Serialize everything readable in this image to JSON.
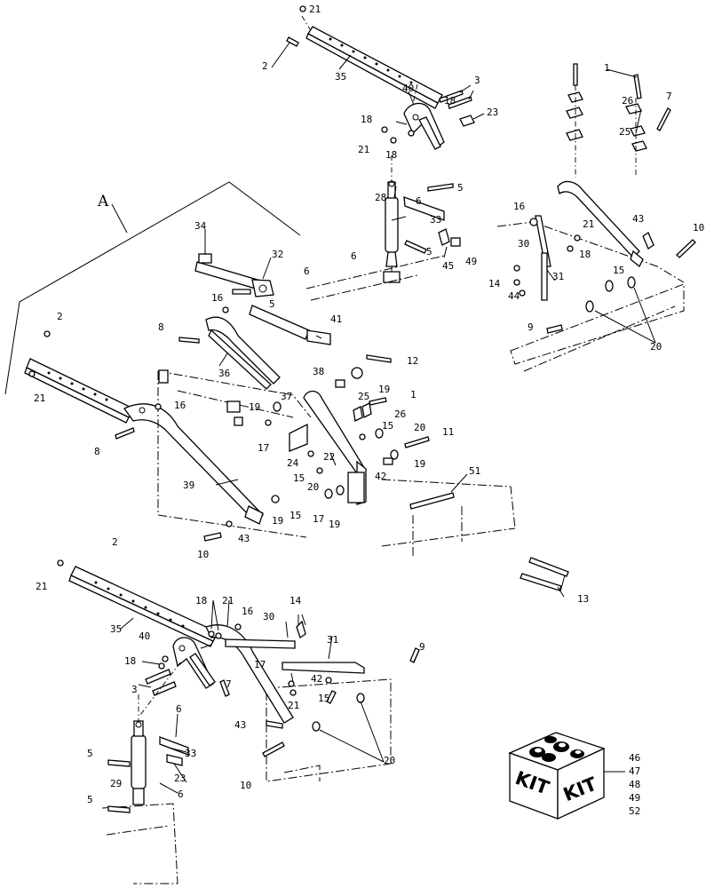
{
  "view_label": "A",
  "kit": {
    "label_left": "KIT",
    "label_right": "KIT",
    "parts": [
      "46",
      "47",
      "48",
      "49",
      "52"
    ]
  },
  "callouts": {
    "c01": "21",
    "c02": "2",
    "c03": "35",
    "c04": "3",
    "c05": "40",
    "c06": "18",
    "c07": "23",
    "c08": "18",
    "c09": "21",
    "c10": "18",
    "c11": "28",
    "c12": "5",
    "c13": "6",
    "c14": "33",
    "c15": "5",
    "c16": "45",
    "c17": "49",
    "c18": "6",
    "c19": "1",
    "c20": "26",
    "c21": "7",
    "c22": "25",
    "c23": "16",
    "c24": "21",
    "c25": "43",
    "c26": "10",
    "c27": "30",
    "c28": "18",
    "c29": "14",
    "c30": "31",
    "c31": "15",
    "c32": "44",
    "c33": "9",
    "c34": "20",
    "c35": "34",
    "c36": "32",
    "c37": "6",
    "c38": "5",
    "c39": "2",
    "c40": "16",
    "c41": "41",
    "c42": "8",
    "c43": "21",
    "c44": "36",
    "c45": "38",
    "c46": "12",
    "c47": "19",
    "c48": "1",
    "c49": "37",
    "c50": "25",
    "c51": "16",
    "c52": "19",
    "c53": "26",
    "c54": "15",
    "c55": "8",
    "c56": "17",
    "c57": "20",
    "c58": "11",
    "c59": "24",
    "c60": "22",
    "c61": "19",
    "c62": "42",
    "c63": "15",
    "c64": "20",
    "c65": "51",
    "c66": "39",
    "c67": "17",
    "c68": "19",
    "c69": "19",
    "c70": "15",
    "c71": "43",
    "c72": "10",
    "c73": "13",
    "c74": "2",
    "c75": "21",
    "c76": "35",
    "c77": "18",
    "c78": "21",
    "c79": "16",
    "c80": "14",
    "c81": "30",
    "c82": "31",
    "c83": "40",
    "c84": "9",
    "c85": "18",
    "c86": "3",
    "c87": "7",
    "c88": "17",
    "c89": "42",
    "c90": "21",
    "c91": "15",
    "c92": "43",
    "c93": "6",
    "c94": "5",
    "c95": "33",
    "c96": "29",
    "c97": "23",
    "c98": "10",
    "c99": "20",
    "c100": "5",
    "c101": "6"
  }
}
